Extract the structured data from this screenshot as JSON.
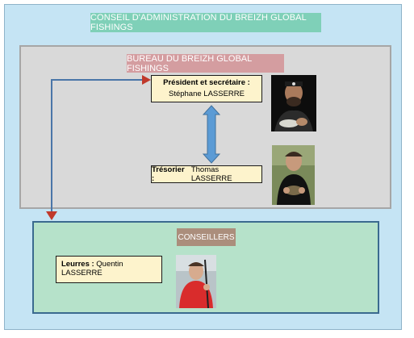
{
  "board": {
    "title": "CONSEIL D'ADMINISTRATION DU BREIZH GLOBAL FISHINGS"
  },
  "bureau": {
    "title": "BUREAU DU BREIZH GLOBAL FISHINGS",
    "president": {
      "role": "Président et secrétaire :",
      "name": "Stéphane LASSERRE"
    },
    "tresorier": {
      "role": "Trésorier :",
      "name": "Thomas LASSERRE"
    }
  },
  "conseil": {
    "title": "CONSEILLERS",
    "leurres": {
      "role": "Leurres :",
      "name": "Quentin LASSERRE"
    }
  },
  "colors": {
    "frame_bg": "#c5e4f4",
    "board_title_bg": "#7fd0b8",
    "bureau_bg": "#d9d9d9",
    "bureau_title_bg": "#d49da0",
    "conseil_bg": "#b6e2ca",
    "conseil_title_bg": "#ab8e7c",
    "role_box_bg": "#fdf3cc",
    "connector": "#4a76a8",
    "double_arrow": "#5b9bd5",
    "arrowhead": "#c0392b"
  }
}
